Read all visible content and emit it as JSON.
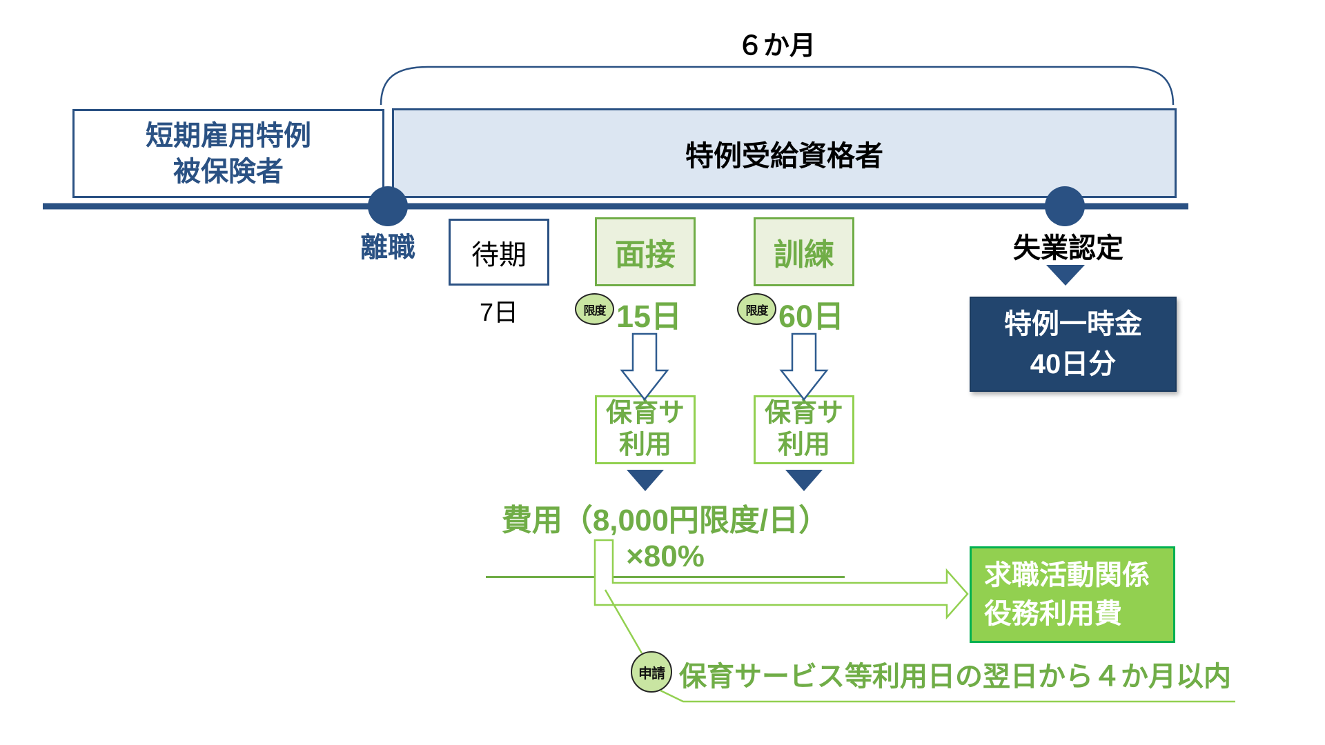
{
  "diagram": {
    "duration_label": "６か月",
    "pre_box": {
      "line1": "短期雇用特例",
      "line2": "被保険者"
    },
    "main_box_label": "特例受給資格者",
    "events": {
      "separation": "離職",
      "recognition": "失業認定"
    },
    "waiting": {
      "box_label": "待期",
      "days": "7日"
    },
    "columns": [
      {
        "activity": "面接",
        "limit_badge": "限度",
        "limit_days": "15日",
        "service_line1": "保育サ",
        "service_line2": "利用"
      },
      {
        "activity": "訓練",
        "limit_badge": "限度",
        "limit_days": "60日",
        "service_line1": "保育サ",
        "service_line2": "利用"
      }
    ],
    "cost_formula": "費用（8,000円限度/日）×80%",
    "lump_sum": {
      "line1": "特例一時金",
      "line2": "40日分"
    },
    "benefit_box": {
      "line1": "求職活動関係",
      "line2": "役務利用費"
    },
    "application": {
      "badge": "申請",
      "note": "保育サービス等利用日の翌日から４か月以内"
    }
  },
  "colors": {
    "navy": "#2A5183",
    "navy_dark_fill": "#22456E",
    "light_blue_fill": "#DCE6F2",
    "green": "#70AD47",
    "green_light": "#92D050",
    "green_box_fill": "#EBF1DE",
    "badge_fill": "#C9E5A2",
    "bright_green_fill": "#92D050",
    "bright_green_border": "#00B050"
  }
}
